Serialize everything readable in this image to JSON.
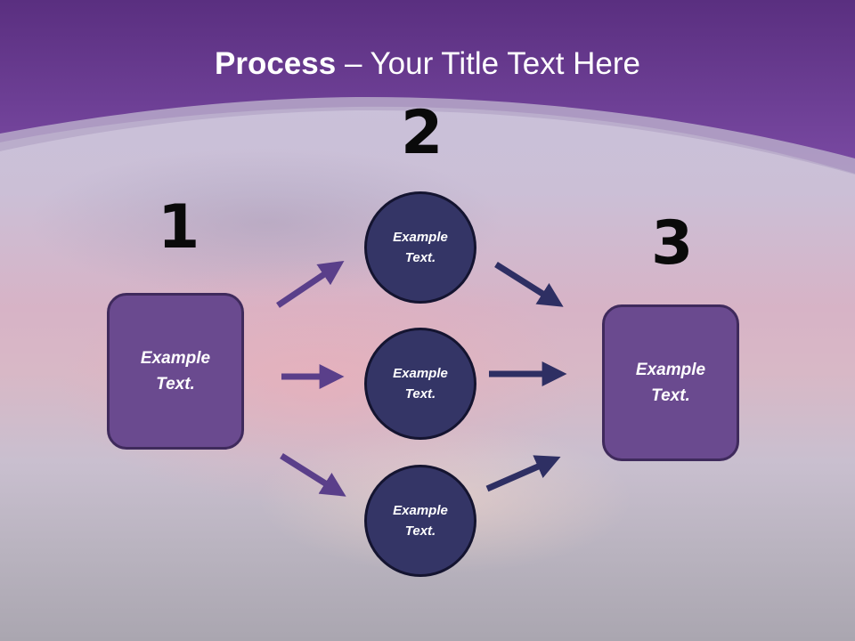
{
  "title": {
    "bold": "Process",
    "rest": " – Your Title Text Here"
  },
  "steps": {
    "one": "1",
    "two": "2",
    "three": "3"
  },
  "left_box": {
    "line1": "Example",
    "line2": "Text."
  },
  "right_box": {
    "line1": "Example",
    "line2": "Text."
  },
  "circles": [
    {
      "line1": "Example",
      "line2": "Text."
    },
    {
      "line1": "Example",
      "line2": "Text."
    },
    {
      "line1": "Example",
      "line2": "Text."
    }
  ],
  "colors": {
    "header_purple": "#6f3f97",
    "box_fill": "#6a4a8f",
    "circle_fill": "#343566",
    "arrow_left": "#5a3f8a",
    "arrow_right": "#2e2f63"
  }
}
